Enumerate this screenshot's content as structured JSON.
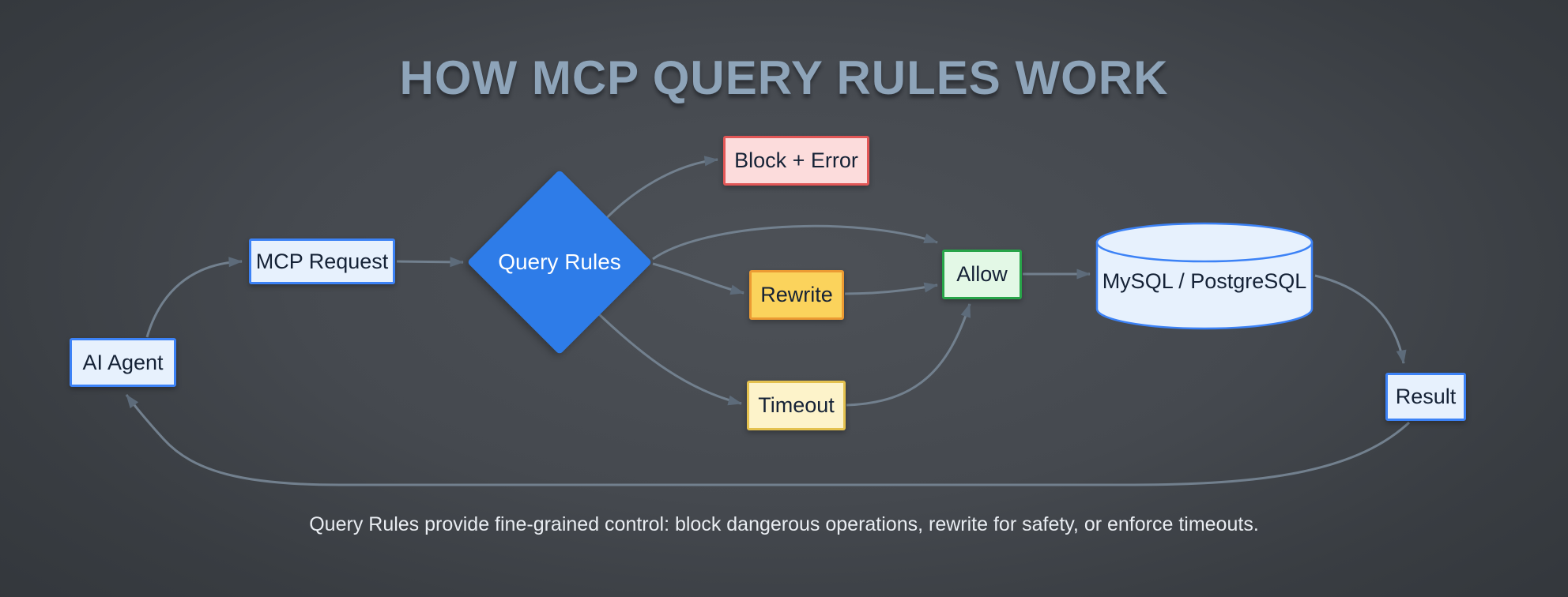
{
  "title": "HOW MCP QUERY RULES WORK",
  "caption": "Query Rules provide fine-grained control: block dangerous operations, rewrite for safety, or enforce timeouts.",
  "nodes": {
    "ai_agent": {
      "label": "AI Agent"
    },
    "mcp_request": {
      "label": "MCP Request"
    },
    "query_rules": {
      "label": "Query Rules"
    },
    "block_error": {
      "label": "Block + Error"
    },
    "rewrite": {
      "label": "Rewrite"
    },
    "timeout": {
      "label": "Timeout"
    },
    "allow": {
      "label": "Allow"
    },
    "database": {
      "label": "MySQL / PostgreSQL"
    },
    "result": {
      "label": "Result"
    }
  },
  "edges": [
    {
      "from": "ai_agent",
      "to": "mcp_request"
    },
    {
      "from": "mcp_request",
      "to": "query_rules"
    },
    {
      "from": "query_rules",
      "to": "block_error"
    },
    {
      "from": "query_rules",
      "to": "allow"
    },
    {
      "from": "query_rules",
      "to": "rewrite"
    },
    {
      "from": "query_rules",
      "to": "timeout"
    },
    {
      "from": "rewrite",
      "to": "allow"
    },
    {
      "from": "timeout",
      "to": "allow"
    },
    {
      "from": "allow",
      "to": "database"
    },
    {
      "from": "database",
      "to": "result"
    },
    {
      "from": "result",
      "to": "ai_agent"
    }
  ],
  "colors": {
    "bg_center": "#4d5157",
    "bg_edge": "#32363b",
    "title_text": "#8ea4b9",
    "caption_text": "#e9edf2",
    "node_text": "#152236",
    "edge_line": "#72808e",
    "arrowhead": "#5d6b7a",
    "blue_node_fill": "#e7f1fd",
    "blue_node_border": "#3c82f6",
    "diamond_fill": "#2e7ce8",
    "diamond_text": "#ffffff",
    "red_fill": "#fcdcdc",
    "red_border": "#e25757",
    "orange_fill": "#fbd35c",
    "orange_border": "#ec9b33",
    "yellow_fill": "#fdf3ca",
    "yellow_border": "#e4c14e",
    "green_fill": "#e3f8e6",
    "green_border": "#28a449"
  }
}
